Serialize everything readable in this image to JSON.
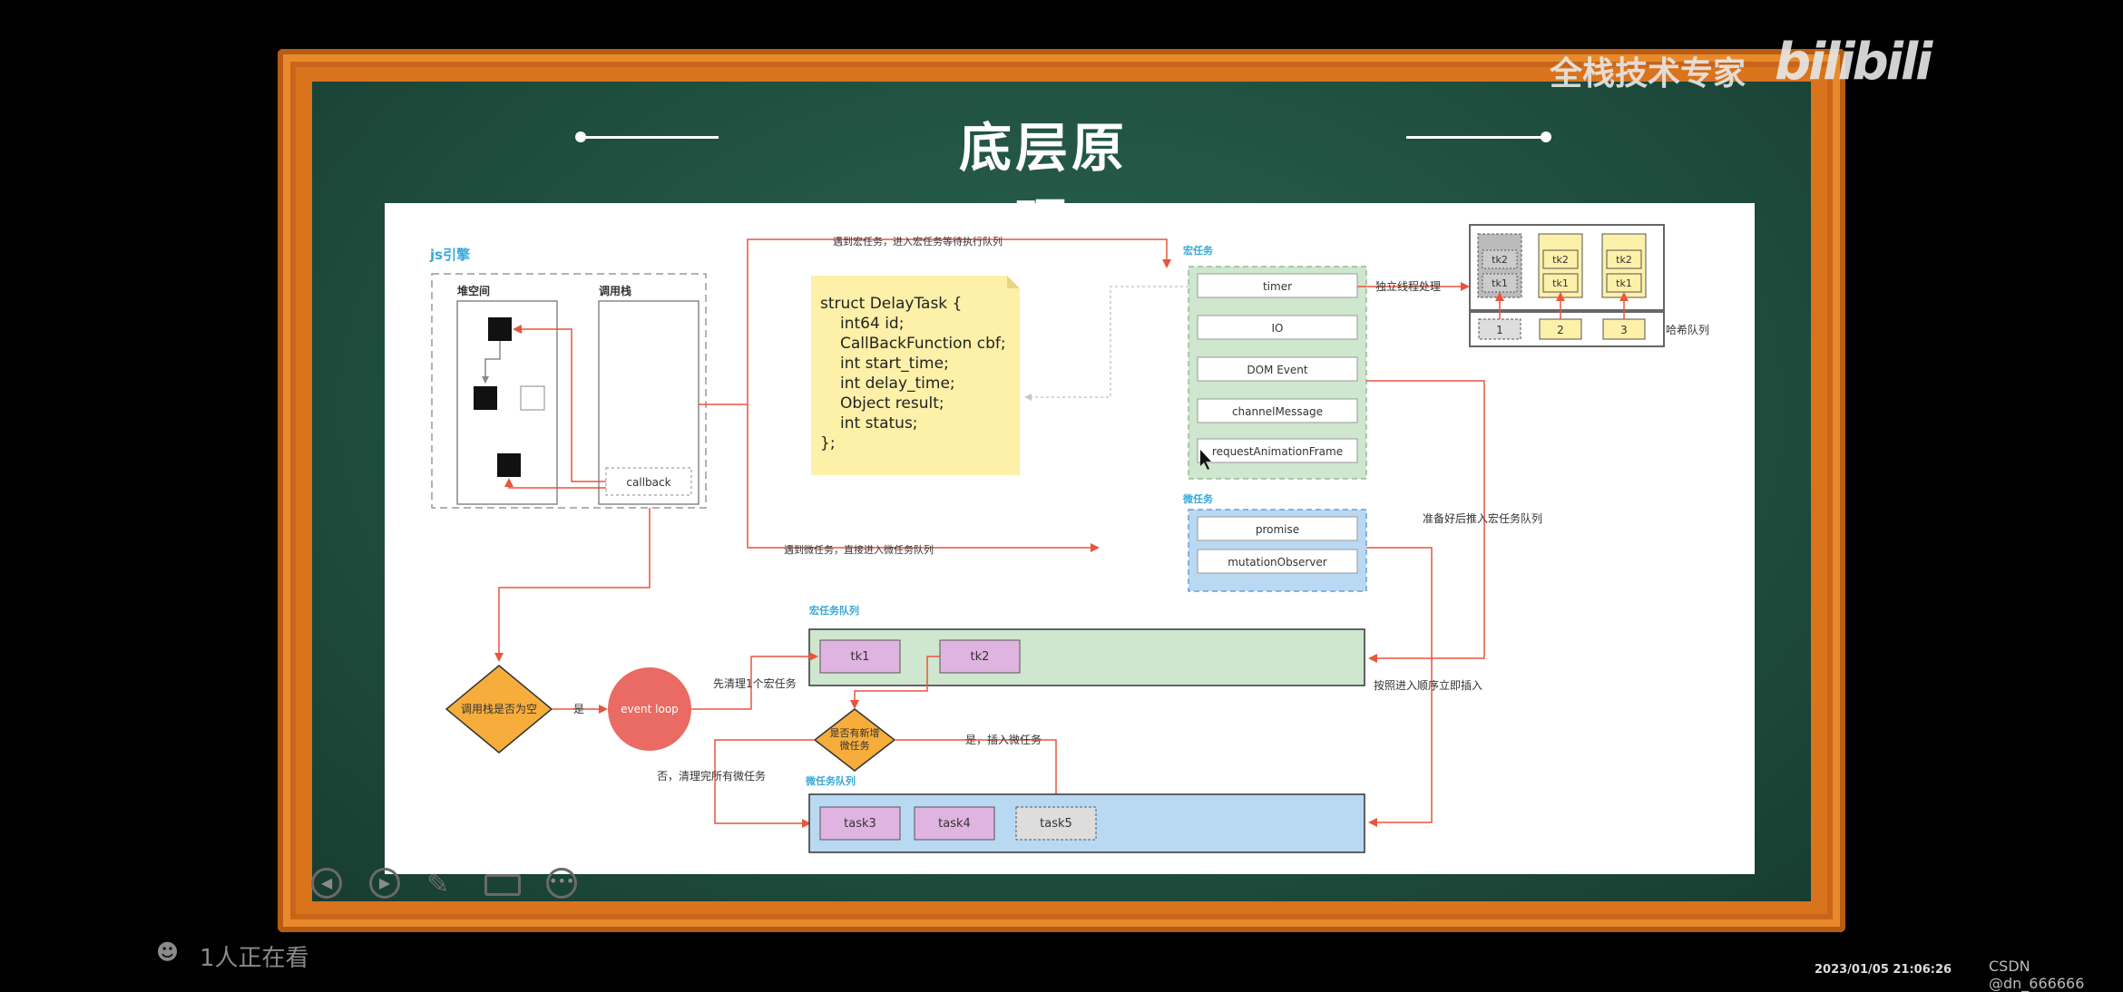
{
  "brand": {
    "name": "全栈技术专家",
    "logo": "bilibili"
  },
  "slide": {
    "title": "底层原理"
  },
  "diagram": {
    "engine_label": "js引擎",
    "heap_label": "堆空间",
    "stack_label": "调用栈",
    "callback_label": "callback",
    "macro_arrow_label": "遇到宏任务，进入宏任务等待执行队列",
    "micro_arrow_label": "遇到微任务，直接进入微任务队列",
    "code_lines": [
      "struct DelayTask {",
      "int64 id;",
      "CallBackFunction cbf;",
      "int start_time;",
      "int delay_time;",
      "Object result;",
      "int status;",
      "};"
    ],
    "macro_group_label": "宏任务",
    "macro_items": [
      "timer",
      "IO",
      "DOM Event",
      "channelMessage",
      "requestAnimationFrame"
    ],
    "thread_label": "独立线程处理",
    "hash_label": "哈希队列",
    "hash_keys": [
      "1",
      "2",
      "3"
    ],
    "hash_tk2": "tk2",
    "hash_tk1": "tk1",
    "push_label": "准备好后推入宏任务队列",
    "micro_group_label": "微任务",
    "micro_items": [
      "promise",
      "mutationObserver"
    ],
    "order_label": "按照进入顺序立即插入",
    "macro_queue_label": "宏任务队列",
    "macro_queue": [
      "tk1",
      "tk2"
    ],
    "stack_empty_label": "调用栈是否为空",
    "yes_label": "是",
    "event_loop_label": "event loop",
    "clear_macro_label": "先清理1个宏任务",
    "new_micro_q1": "是否有新增",
    "new_micro_q2": "微任务",
    "yes_insert_label": "是，插入微任务",
    "no_clear_label": "否，清理完所有微任务",
    "micro_queue_label": "微任务队列",
    "micro_queue": [
      "task3",
      "task4",
      "task5"
    ]
  },
  "controls": [
    "prev-icon",
    "next-icon",
    "pen-icon",
    "camera-icon",
    "more-icon"
  ],
  "viewers": "1人正在看",
  "timestamp": "2023/01/05 21:06:26",
  "watermark": "CSDN @dn_666666"
}
